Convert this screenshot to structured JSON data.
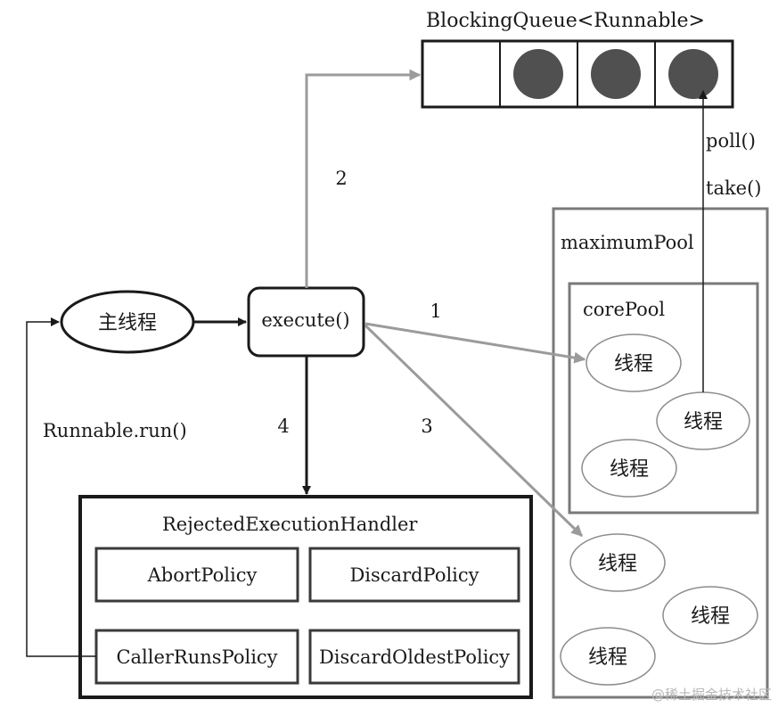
{
  "diagram": {
    "queue_title": "BlockingQueue<Runnable>",
    "main_thread": "主线程",
    "execute": "execute()",
    "step_1": "1",
    "step_2": "2",
    "step_3": "3",
    "step_4": "4",
    "poll": "poll()",
    "take": "take()",
    "runnable_run": "Runnable.run()",
    "maximum_pool": "maximumPool",
    "core_pool": "corePool",
    "thread": "线程",
    "handler_title": "RejectedExecutionHandler",
    "policies": [
      "AbortPolicy",
      "DiscardPolicy",
      "CallerRunsPolicy",
      "DiscardOldestPolicy"
    ],
    "watermark": "@稀土掘金技术社区"
  },
  "colors": {
    "dark": "#1a1a1a",
    "gray": "#9b9b9b",
    "frame": "#7a7a7a",
    "queue_item": "#505050"
  }
}
